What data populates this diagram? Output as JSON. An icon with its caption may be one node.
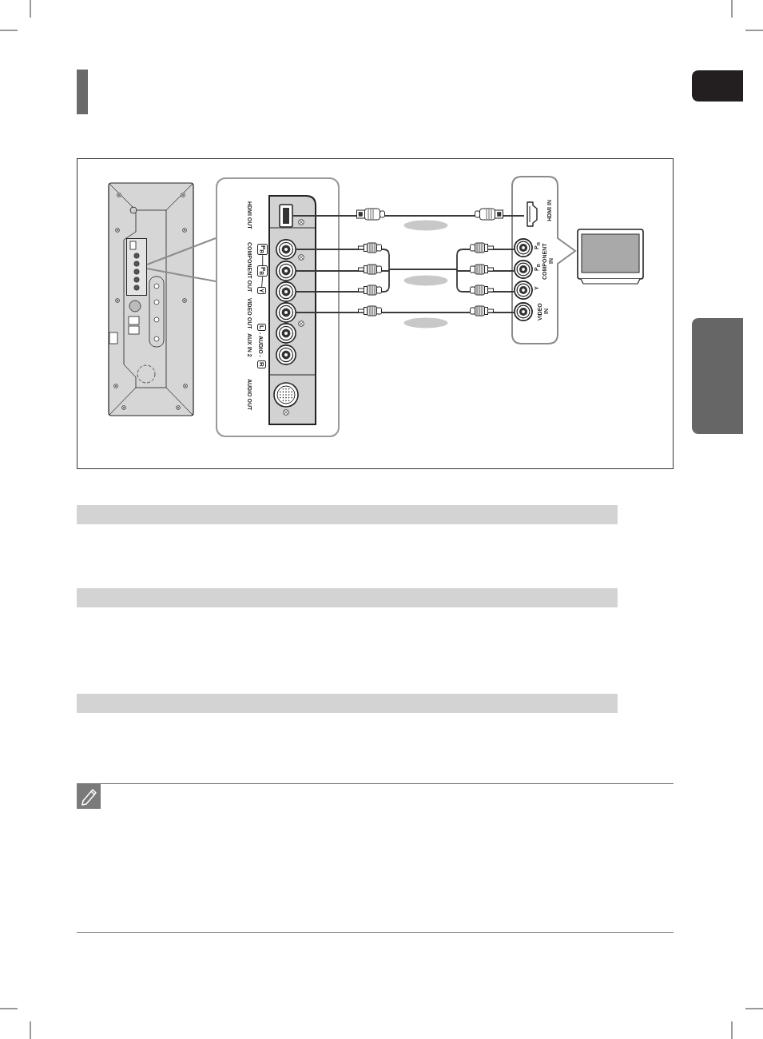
{
  "diagram": {
    "nodes": [
      {
        "text": [],
        "shape": "picture"
      },
      {
        "text": [],
        "shape": "box",
        "in": 0
      },
      {
        "text": [],
        "shape": "box"
      },
      {
        "text": [],
        "shape": "box",
        "in": 2
      },
      {
        "text": [
          "P$_{R}$"
        ],
        "in": 2
      },
      {
        "text": [],
        "shape": "circle",
        "in": 2
      },
      {
        "text": [
          "P$_{B}$"
        ],
        "in": 2
      },
      {
        "text": [],
        "shape": "circle",
        "in": 2
      },
      {
        "text": [
          "Y"
        ],
        "in": 2
      },
      {
        "text": [],
        "shape": "circle",
        "in": 2
      },
      {
        "text": [],
        "shape": "circle",
        "in": 2
      },
      {
        "text": [
          "L"
        ],
        "in": 2
      },
      {
        "text": [],
        "shape": "circle",
        "in": 2
      },
      {
        "text": [
          "R"
        ],
        "in": 2
      },
      {
        "text": [],
        "shape": "circle",
        "in": 2
      },
      {
        "text": [],
        "shape": "circle",
        "in": 2
      },
      {
        "text": [],
        "shape": "box"
      },
      {
        "text": [],
        "shape": "box",
        "in": 16
      },
      {
        "text": [],
        "shape": "circle",
        "in": 16
      },
      {
        "text": [],
        "shape": "circle",
        "in": 16
      },
      {
        "text": [],
        "shape": "circle",
        "in": 16
      },
      {
        "text": [],
        "shape": "circle",
        "in": 16
      },
      {
        "text": [],
        "shape": "picture"
      }
    ],
    "edges": [
      {
        "from": 1,
        "to": 2,
        "arrow": "none",
        "color": "#8c8c8c"
      },
      {
        "from": 3,
        "to": 17,
        "arrow": "none"
      },
      {
        "from": 5,
        "to": 18,
        "arrow": "none"
      },
      {
        "from": 7,
        "to": 19,
        "arrow": "none"
      },
      {
        "from": 9,
        "to": 20,
        "arrow": "none"
      },
      {
        "from": 10,
        "to": 21,
        "arrow": "none"
      },
      {
        "from": 4,
        "to": 6,
        "arrow": "none"
      },
      {
        "from": 6,
        "to": 8,
        "arrow": "none"
      }
    ],
    "labels": [
      "HDMI OUT",
      "COMPONENT OUT",
      "VIDEO OUT",
      "AUX IN 2",
      "- AUDIO -",
      "AUDIO OUT",
      "HDMI IN",
      "P$_{R}$",
      "P$_{B}$",
      "Y",
      "COMPONENT IN",
      "VIDEO IN"
    ]
  }
}
